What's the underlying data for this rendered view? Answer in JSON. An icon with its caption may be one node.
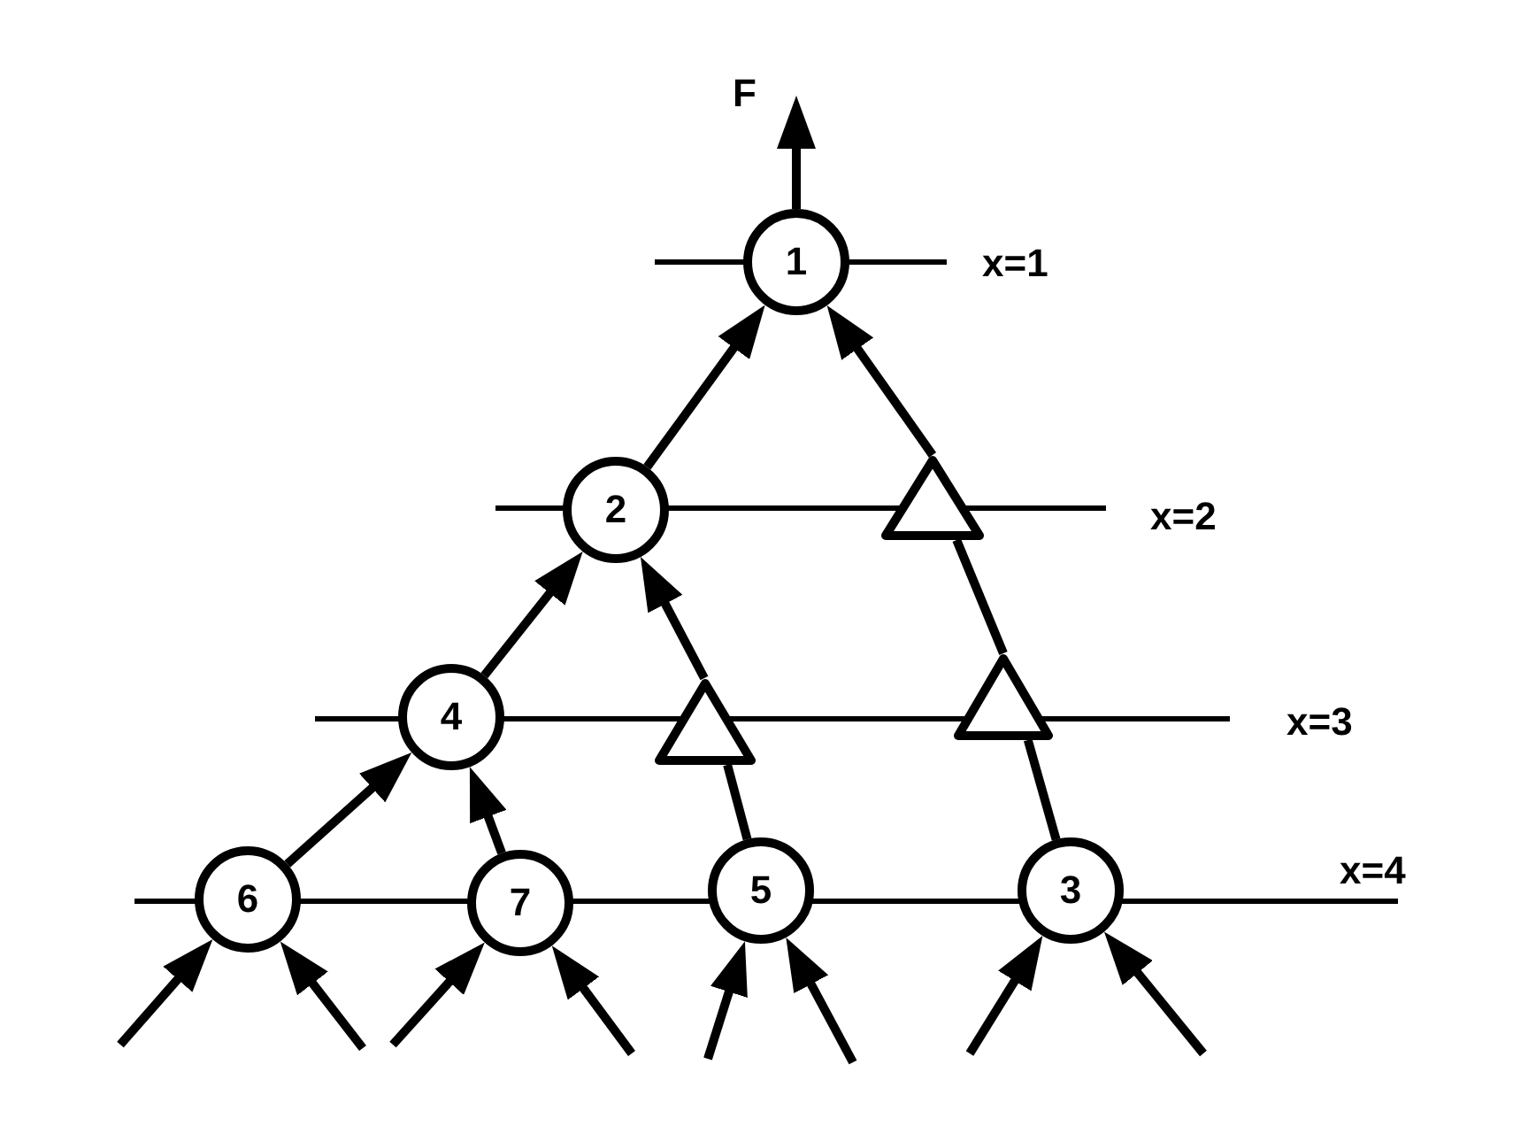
{
  "diagram": {
    "nodes": [
      {
        "text": [
          "1"
        ]
      },
      {
        "text": [
          "2"
        ]
      },
      {
        "text": [],
        "shape": "triangle"
      },
      {
        "text": [
          "4"
        ]
      },
      {
        "text": [],
        "shape": "triangle"
      },
      {
        "text": [],
        "shape": "triangle"
      },
      {
        "text": [
          "6"
        ]
      },
      {
        "text": [
          "7"
        ]
      },
      {
        "text": [
          "5"
        ]
      },
      {
        "text": [
          "3"
        ]
      }
    ],
    "edges": [
      {
        "from": 0,
        "to": null,
        "arrow": "to",
        "label": "F"
      },
      {
        "from": 1,
        "to": 0,
        "arrow": "to"
      },
      {
        "from": 2,
        "to": 0,
        "arrow": "to"
      },
      {
        "from": 3,
        "to": 1,
        "arrow": "to"
      },
      {
        "from": 4,
        "to": 1,
        "arrow": "to"
      },
      {
        "from": 5,
        "to": 2,
        "arrow": "none"
      },
      {
        "from": 6,
        "to": 3,
        "arrow": "to"
      },
      {
        "from": 7,
        "to": 3,
        "arrow": "to"
      },
      {
        "from": 8,
        "to": 4,
        "arrow": "none"
      },
      {
        "from": 9,
        "to": 5,
        "arrow": "none"
      },
      {
        "from": null,
        "to": 6,
        "arrow": "to"
      },
      {
        "from": null,
        "to": 6,
        "arrow": "to"
      },
      {
        "from": null,
        "to": 7,
        "arrow": "to"
      },
      {
        "from": null,
        "to": 7,
        "arrow": "to"
      },
      {
        "from": null,
        "to": 8,
        "arrow": "to"
      },
      {
        "from": null,
        "to": 8,
        "arrow": "to"
      },
      {
        "from": null,
        "to": 9,
        "arrow": "to"
      },
      {
        "from": null,
        "to": 9,
        "arrow": "to"
      }
    ],
    "labels": [
      "x=1",
      "x=2",
      "x=3",
      "x=4"
    ]
  }
}
